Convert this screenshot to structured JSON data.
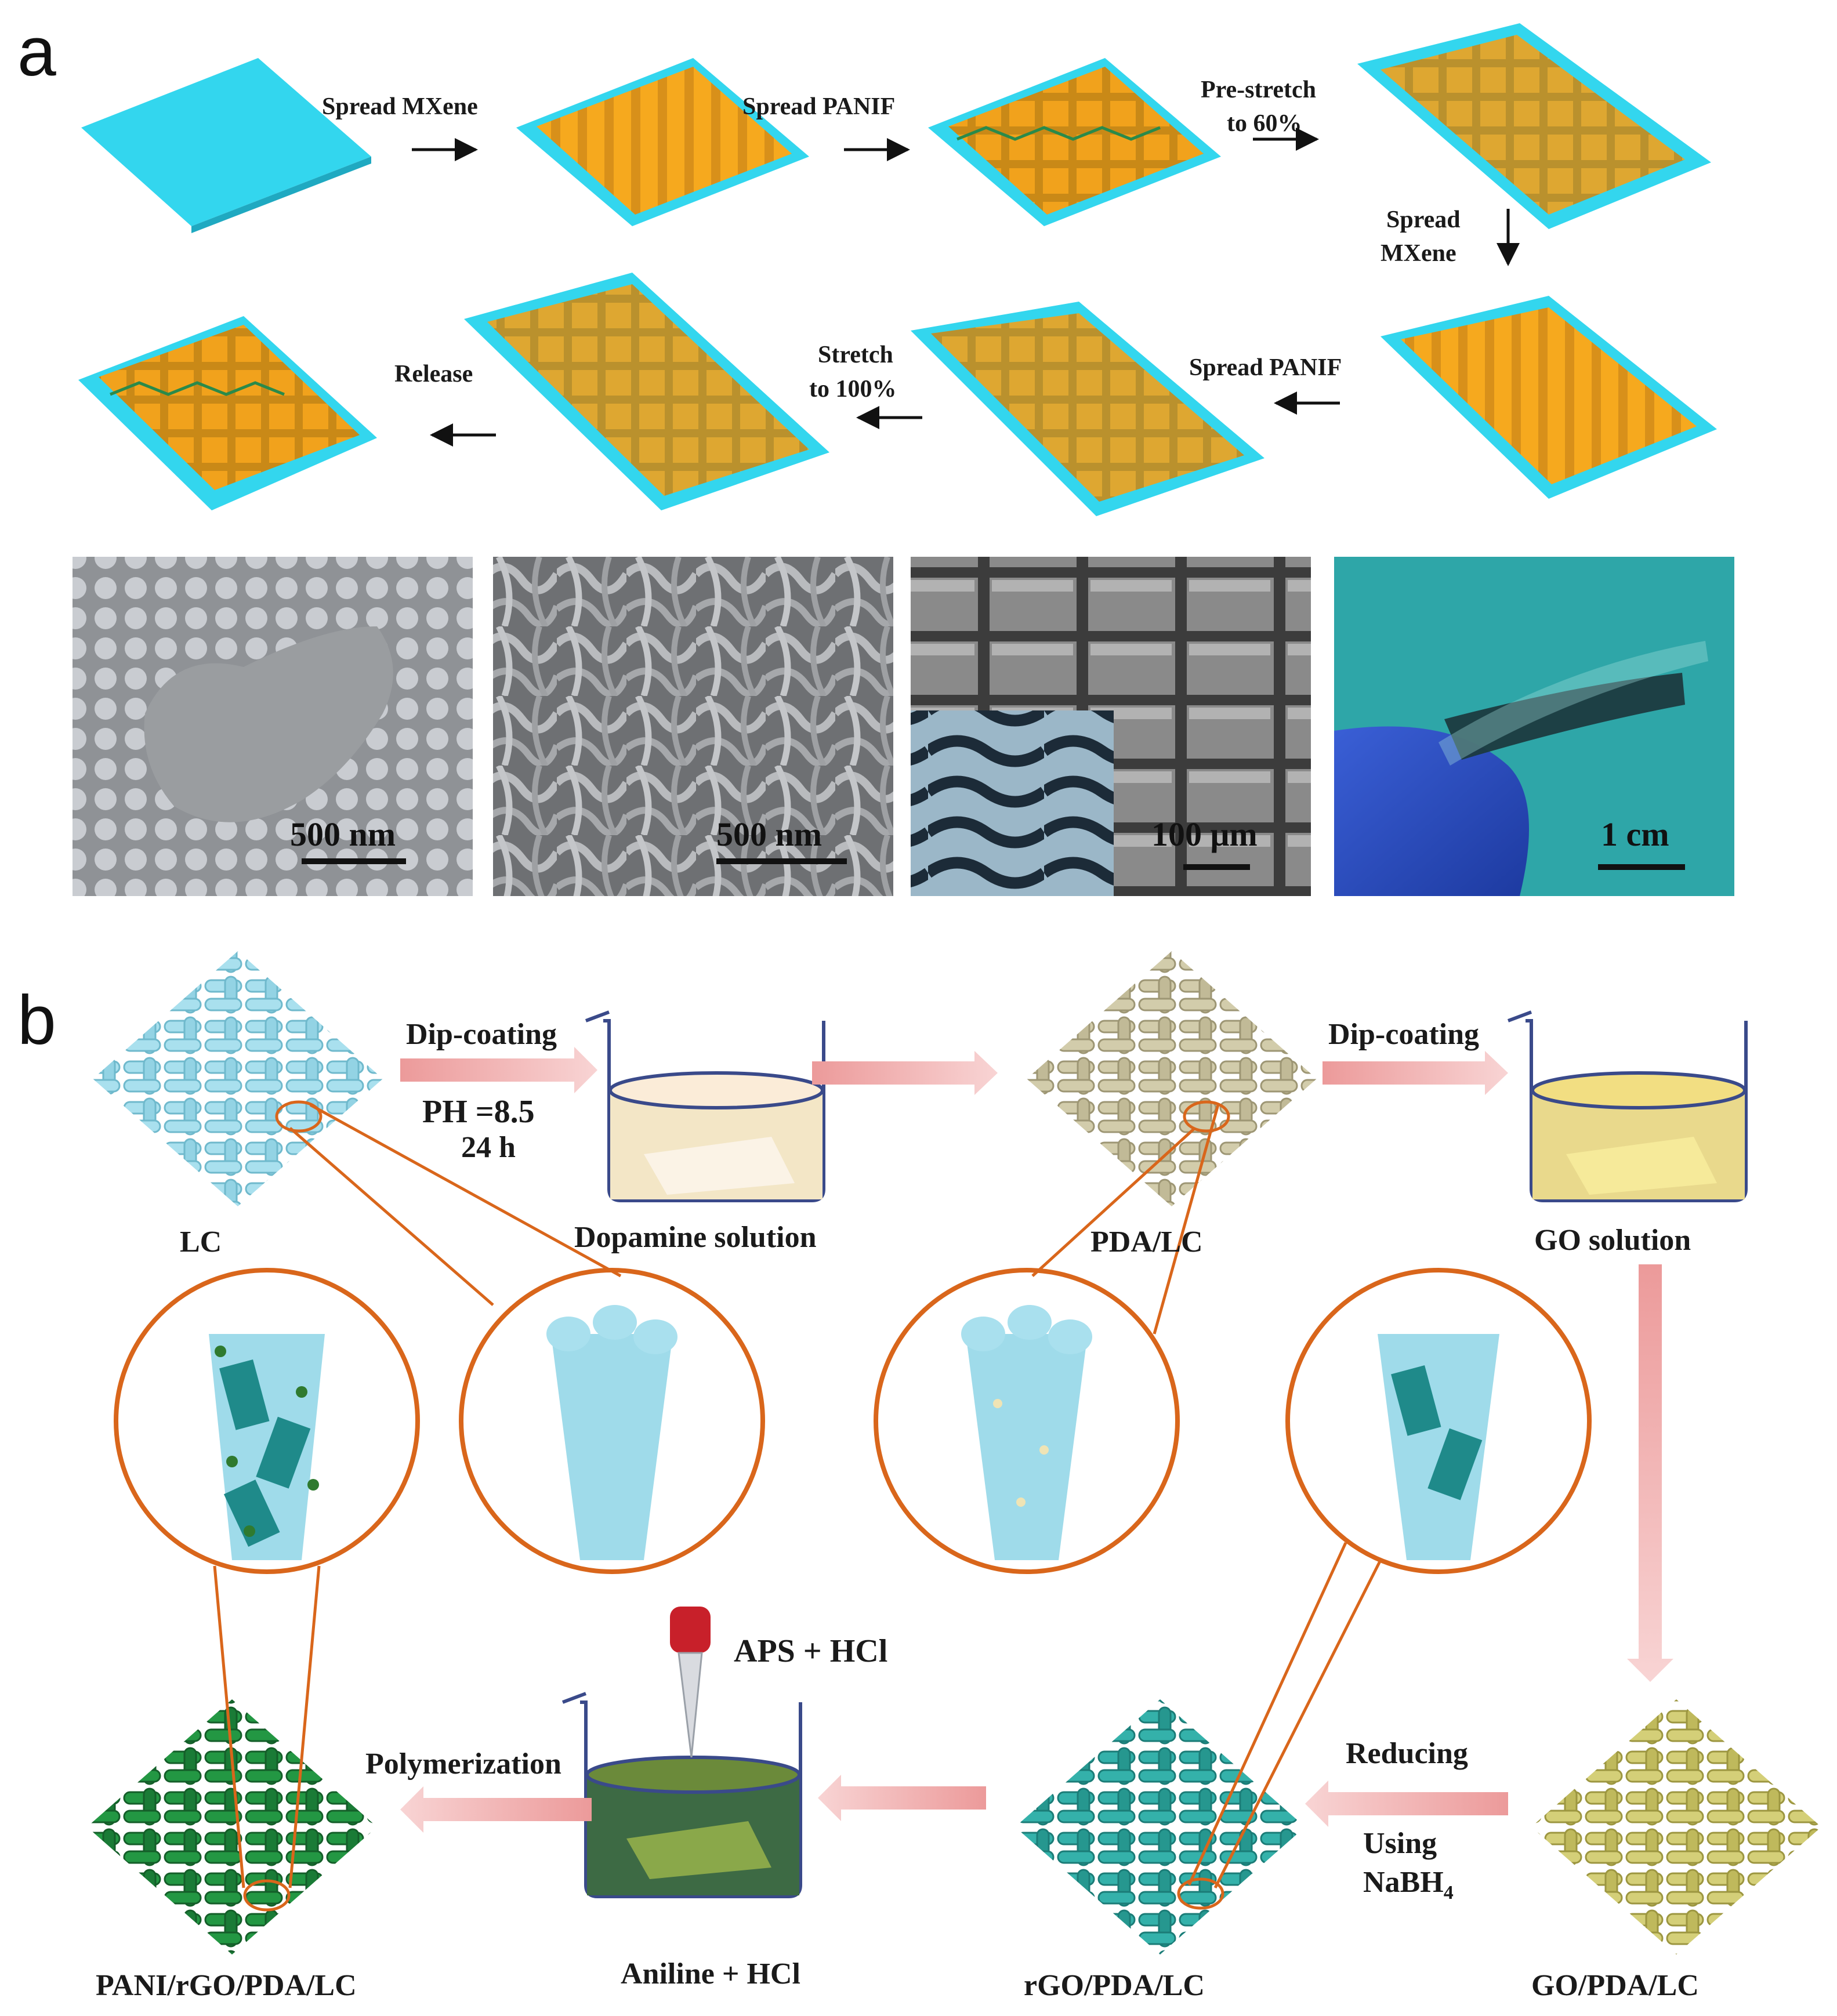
{
  "panel_a": {
    "letter": "a",
    "steps": {
      "s1": "Spread MXene",
      "s2": "Spread PANIF",
      "s3_line1": "Pre-stretch",
      "s3_line2": "to 60%",
      "s4_line1": "Spread",
      "s4_line2": "MXene",
      "s5": "Spread PANIF",
      "s6_line1": "Stretch",
      "s6_line2": "to 100%",
      "s7": "Release"
    },
    "scale_bars": [
      "500 nm",
      "500 nm",
      "100 μm",
      "1 cm"
    ]
  },
  "panel_b": {
    "letter": "b",
    "process": {
      "dip1": "Dip-coating",
      "ph": "PH =8.5",
      "time": "24 h",
      "dip2": "Dip-coating",
      "reducing": "Reducing",
      "using": "Using",
      "nabh4": "NaBH",
      "nabh4_sub": "4",
      "aps": "APS + HCl",
      "polymerization": "Polymerization"
    },
    "labels": {
      "lc": "LC",
      "dopamine": "Dopamine solution",
      "pda_lc": "PDA/LC",
      "go_solution": "GO solution",
      "pani": "PANI/rGO/PDA/LC",
      "aniline": "Aniline + HCl",
      "rgo": "rGO/PDA/LC",
      "go_pda": "GO/PDA/LC"
    }
  },
  "colors": {
    "substrate": "#33d6ee",
    "mxene_stripe": "#f6a91e",
    "lc_fabric": "#9fdbea",
    "pda_fabric": "#c9c3a2",
    "go_fabric": "#c9c46a",
    "rgo_fabric": "#2aa7a0",
    "pani_fabric": "#1f8a3c",
    "zoom_ring": "#d9661b",
    "process_arrow": "#f2b3b3"
  }
}
